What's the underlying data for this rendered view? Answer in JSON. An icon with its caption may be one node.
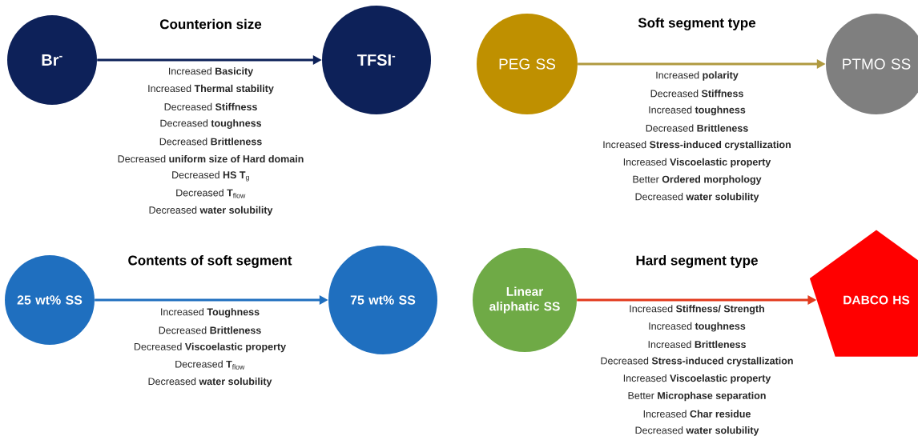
{
  "diagram": {
    "nodes": [
      {
        "text": [
          "Br$^{-}$"
        ]
      },
      {
        "text": [
          "TFSI$^{-}$"
        ]
      },
      {
        "text": [
          "PEG SS"
        ]
      },
      {
        "text": [
          "PTMO SS"
        ]
      },
      {
        "text": [
          "25 wt% SS"
        ]
      },
      {
        "text": [
          "75 wt% SS"
        ]
      },
      {
        "text": [
          "Linear aliphatic SS"
        ]
      },
      {
        "text": [
          "DABCO HS"
        ]
      }
    ],
    "edges": [
      {
        "from": 0,
        "to": 1,
        "arrow": "to",
        "color": "#0d2159"
      },
      {
        "from": 2,
        "to": 3,
        "arrow": "to",
        "color": "#b09a40"
      },
      {
        "from": 4,
        "to": 5,
        "arrow": "to",
        "color": "#1f6fbf"
      },
      {
        "from": 6,
        "to": 7,
        "arrow": "to",
        "color": "#e23a1c"
      }
    ],
    "labels": [
      "Counterion size",
      "Increased **Basicity**",
      "Increased **Thermal stability**",
      "Decreased **Stiffness**",
      "Decreased **toughness**",
      "Decreased **Brittleness**",
      "Decreased **uniform size of Hard domain**",
      "Decreased **HS T**$_{g}$",
      "Decreased **T**$_{flow}$",
      "Decreased **water solubility**",
      "Soft segment type",
      "Increased **polarity**",
      "Decreased **Stiffness**",
      "Increased **toughness**",
      "Decreased **Brittleness**",
      "Increased **Stress-induced crystallization**",
      "Increased **Viscoelastic property**",
      "Better **Ordered morphology**",
      "Decreased **water solubility**",
      "Contents of soft segment",
      "Increased **Toughness**",
      "Decreased **Brittleness**",
      "Decreased **Viscoelastic property**",
      "Decreased **T**$_{flow}$",
      "Decreased **water solubility**",
      "Hard segment type",
      "Increased **Stiffness/ Strength**",
      "Increased **toughness**",
      "Increased **Brittleness**",
      "Decreased **Stress-induced crystallization**",
      "Increased **Viscoelastic property**",
      "Better **Microphase separation**",
      "Increased **Char residue**",
      "Decreased **water solubility**"
    ]
  }
}
